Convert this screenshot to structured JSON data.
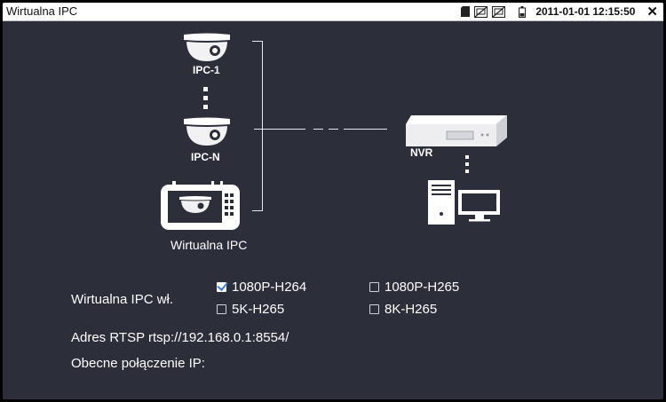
{
  "window": {
    "title": "Wirtualna IPC",
    "datetime": "2011-01-01 12:15:50"
  },
  "status_icons": [
    "sd-card-icon",
    "network-icon",
    "network-icon",
    "battery-icon"
  ],
  "diagram": {
    "camera1_label": "IPC-1",
    "cameraN_label": "IPC-N",
    "device_label": "Wirtualna IPC",
    "nvr_label": "NVR"
  },
  "settings": {
    "virtual_ipc_label": "Wirtualna IPC wł.",
    "options": [
      {
        "label": "1080P-H264",
        "checked": true
      },
      {
        "label": "1080P-H265",
        "checked": false
      },
      {
        "label": "5K-H265",
        "checked": false
      },
      {
        "label": "8K-H265",
        "checked": false
      }
    ],
    "rtsp_label": "Adres RTSP rtsp://192.168.0.1:8554/",
    "connection_label": "Obecne połączenie IP:"
  }
}
